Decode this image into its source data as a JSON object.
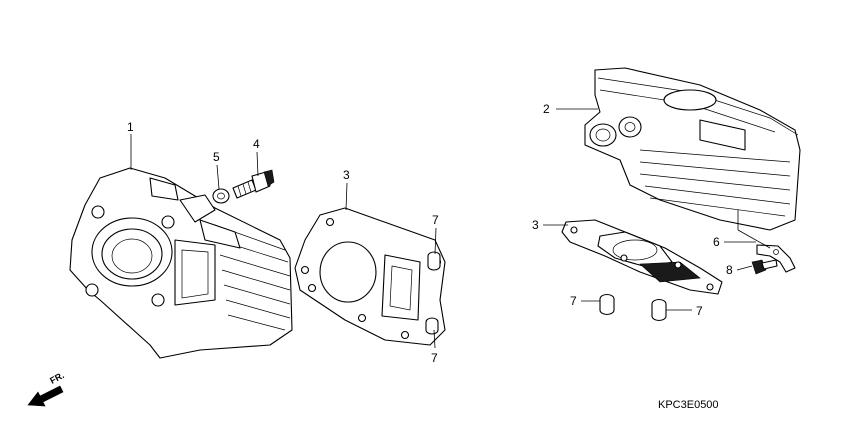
{
  "callouts": {
    "c1": "1",
    "c2": "2",
    "c3_left": "3",
    "c3_right": "3",
    "c4": "4",
    "c5": "5",
    "c6": "6",
    "c7_top": "7",
    "c7_bottom": "7",
    "c7_right_left": "7",
    "c7_right_right": "7",
    "c8": "8"
  },
  "front_marker": "FR.",
  "diagram_code": "KPC3E0500",
  "icons": [
    "front-arrow-icon"
  ]
}
